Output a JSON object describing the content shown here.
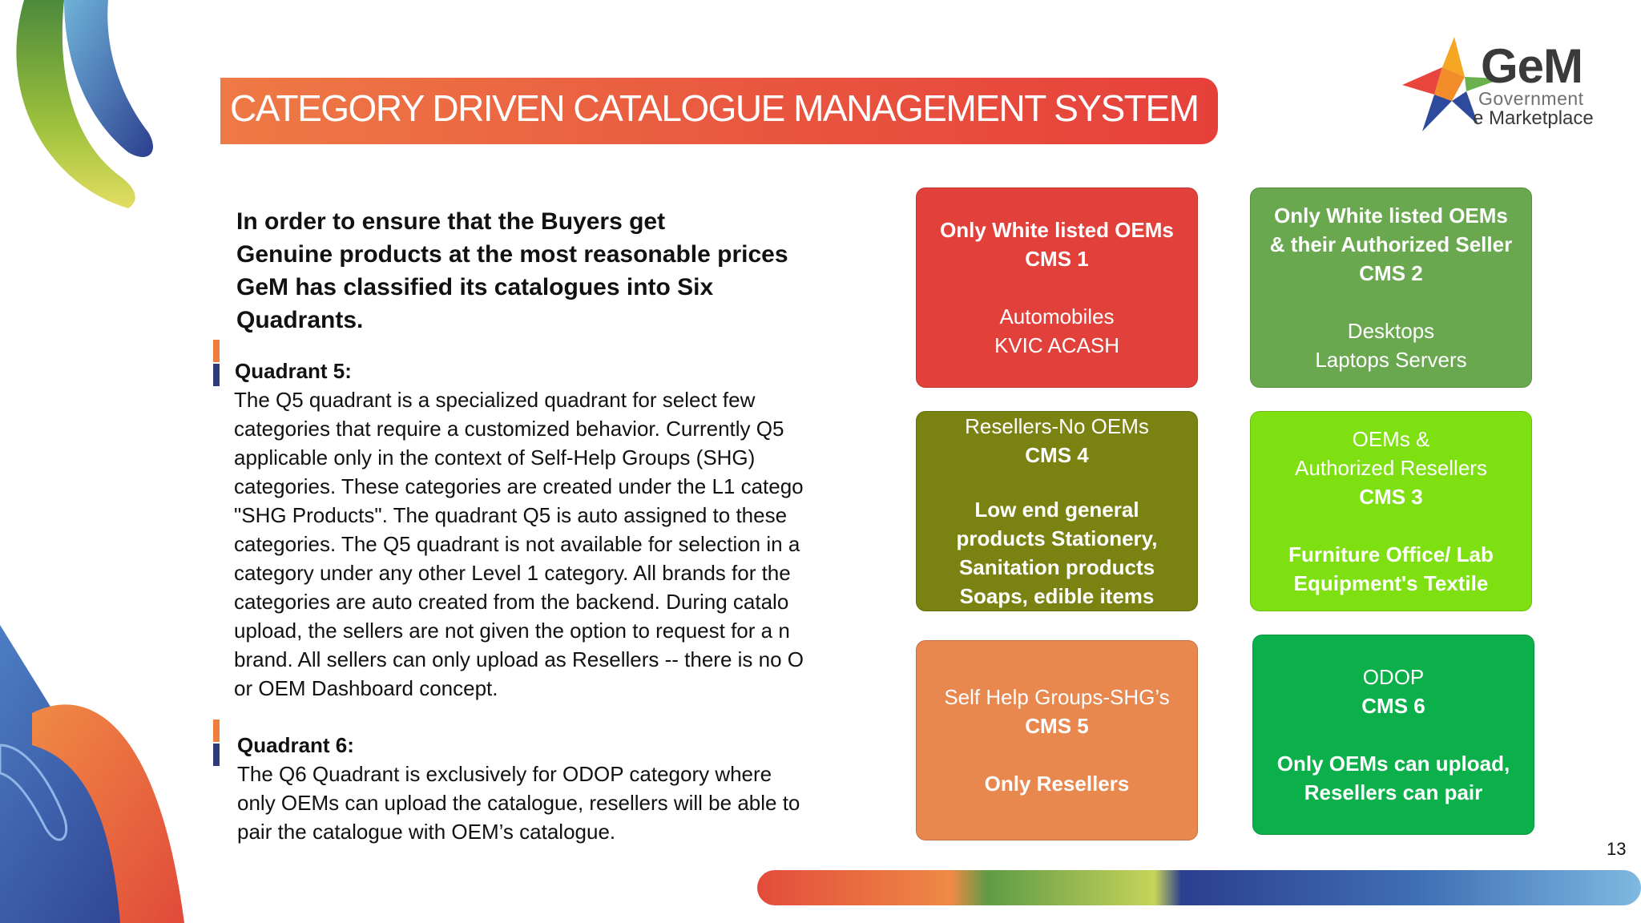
{
  "slide": {
    "title": "CATEGORY DRIVEN CATALOGUE MANAGEMENT SYSTEM",
    "page_number": "13"
  },
  "logo": {
    "name": "GeM",
    "line1": "Government",
    "line2": "e Marketplace"
  },
  "intro": {
    "lines": [
      "In order to ensure that the Buyers get",
      "Genuine products at the most reasonable prices",
      "GeM has classified its catalogues into Six",
      "Quadrants."
    ]
  },
  "quadrant5": {
    "heading": "Quadrant 5:",
    "lines": [
      "The Q5 quadrant is a specialized quadrant for select few",
      "categories that require a customized behavior. Currently Q5",
      "applicable only in the context of Self-Help Groups (SHG)",
      "categories. These categories are created under the L1 catego",
      "\"SHG Products\". The quadrant Q5 is auto assigned to these",
      "categories. The Q5 quadrant is not available for selection in a",
      "category under any other Level 1 category. All brands for the",
      "categories are auto created from the backend. During catalo",
      "upload, the sellers are not given the option to request for a n",
      "brand. All sellers can only upload as Resellers -- there is no O",
      "or OEM Dashboard concept."
    ]
  },
  "quadrant6": {
    "heading": "Quadrant 6:",
    "lines": [
      "The Q6 Quadrant is exclusively for ODOP category where",
      "only OEMs can upload the catalogue, resellers will be able to",
      "pair the catalogue with OEM’s catalogue."
    ]
  },
  "cms": {
    "cms1": {
      "line1": "Only White listed OEMs",
      "code": "CMS 1",
      "item1": "Automobiles",
      "item2": "KVIC ACASH",
      "color": "#e2403b"
    },
    "cms2": {
      "line1": "Only White listed OEMs",
      "line2": "& their Authorized Seller",
      "code": "CMS 2",
      "item1": "Desktops",
      "item2": "Laptops Servers",
      "color": "#6aa84f"
    },
    "cms4": {
      "line1": "Resellers-No OEMs",
      "code": "CMS 4",
      "item1": "Low end general",
      "item2": "products Stationery,",
      "item3": "Sanitation products",
      "item4": "Soaps, edible items",
      "color": "#7a8212"
    },
    "cms3": {
      "line1": "OEMs &",
      "line2": "Authorized Resellers",
      "code": "CMS 3",
      "item1": "Furniture Office/ Lab",
      "item2": "Equipment's Textile",
      "color": "#7ee010"
    },
    "cms5": {
      "line1": "Self Help Groups-SHG’s",
      "code": "CMS 5",
      "item1": "Only Resellers",
      "color": "#e8874e"
    },
    "cms6": {
      "line1": "ODOP",
      "code": "CMS 6",
      "item1": "Only OEMs can upload,",
      "item2": "Resellers can pair",
      "color": "#0bb04b"
    }
  }
}
